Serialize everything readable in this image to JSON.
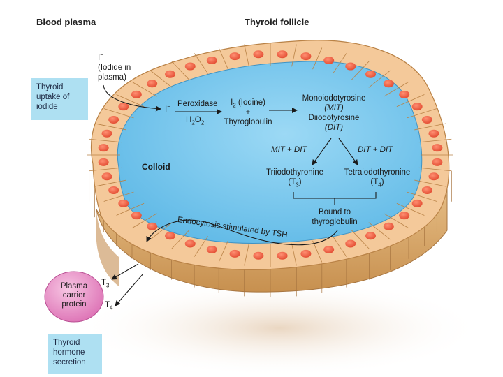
{
  "headers": {
    "blood_plasma": "Blood plasma",
    "thyroid_follicle": "Thyroid follicle"
  },
  "boxes": {
    "uptake": [
      "Thyroid",
      "uptake of",
      "iodide"
    ],
    "secretion": [
      "Thyroid",
      "hormone",
      "secretion"
    ]
  },
  "labels": {
    "iodide_symbol": "I",
    "iodide_charge": "−",
    "iodide_line1": "(Iodide in",
    "iodide_line2": "plasma)",
    "iodide_entry": "I",
    "peroxidase": "Peroxidase",
    "h2o2_h": "H",
    "h2o2_2a": "2",
    "h2o2_o": "O",
    "h2o2_2b": "2",
    "iodine_i": "I",
    "iodine_2": "2",
    "iodine_text": " (Iodine)",
    "plus": "+",
    "thyroglobulin": "Thyroglobulin",
    "mit_name": "Monoiodotyrosine",
    "mit_abbr": "(MIT)",
    "dit_name": "Diiodotyrosine",
    "dit_abbr": "(DIT)",
    "mit_dit": "MIT + DIT",
    "dit_dit": "DIT + DIT",
    "t3_name": "Triiodothyronine",
    "t3_t": "(T",
    "t3_sub": "3",
    "t3_close": ")",
    "t4_name": "Tetraiodothyronine",
    "t4_t": "(T",
    "t4_sub": "4",
    "t4_close": ")",
    "bound_line1": "Bound to",
    "bound_line2": "thyroglobulin",
    "colloid": "Colloid",
    "endocytosis": "Endocytosis stimulated by TSH",
    "carrier_line1": "Plasma",
    "carrier_line2": "carrier",
    "carrier_line3": "protein",
    "t3_out": "T",
    "t3_out_sub": "3",
    "t4_out": "T",
    "t4_out_sub": "4"
  },
  "colors": {
    "colloid": "#7ccbf0",
    "cell": "#f4c99a",
    "nucleus": "#ee5a3f",
    "wall": "#d6a86c",
    "carrier": "#e989c4",
    "box": "#aee0f2"
  }
}
